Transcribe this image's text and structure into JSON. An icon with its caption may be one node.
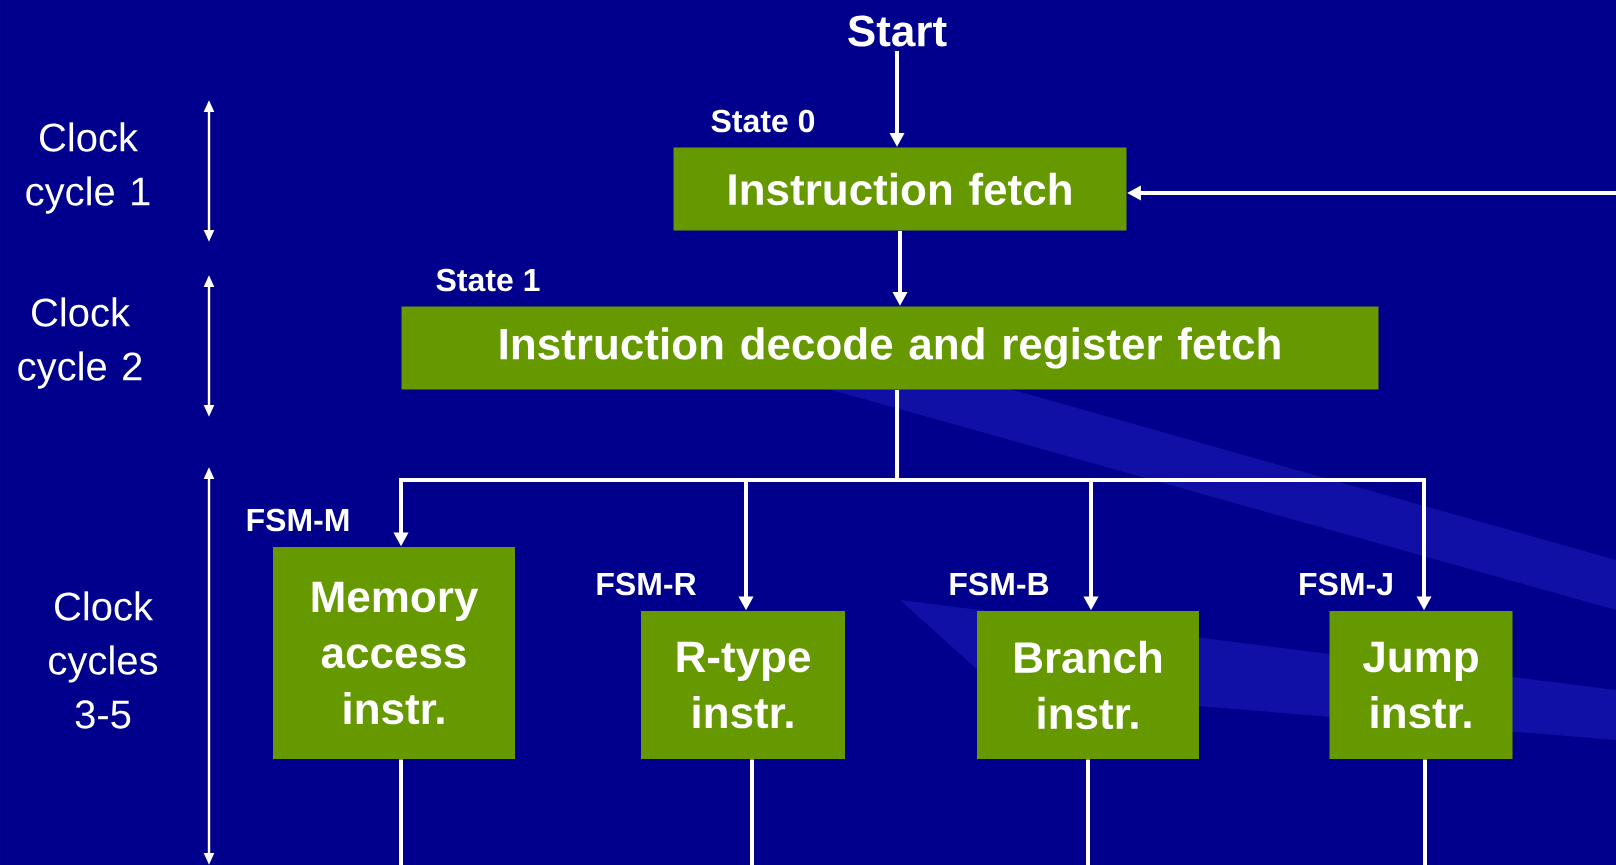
{
  "diagram": {
    "nodes": [
      {
        "text": [
          "Start"
        ]
      },
      {
        "text": [
          "State 0",
          "Instruction fetch"
        ]
      },
      {
        "text": [
          "State 1",
          "Instruction decode and register fetch"
        ]
      },
      {
        "text": [
          "FSM-M",
          "Memory access instr."
        ]
      },
      {
        "text": [
          "FSM-R",
          "R-type instr."
        ]
      },
      {
        "text": [
          "FSM-B",
          "Branch instr."
        ]
      },
      {
        "text": [
          "FSM-J",
          "Jump instr."
        ]
      }
    ],
    "edges": [
      {
        "from": 0,
        "to": 1,
        "arrow": "to"
      },
      {
        "from": 1,
        "to": 2,
        "arrow": "to"
      },
      {
        "from": 2,
        "to": 3,
        "arrow": "to"
      },
      {
        "from": 2,
        "to": 4,
        "arrow": "to"
      },
      {
        "from": 2,
        "to": 5,
        "arrow": "to"
      },
      {
        "from": 2,
        "to": 6,
        "arrow": "to"
      },
      {
        "from": null,
        "to": 1,
        "arrow": "to"
      },
      {
        "from": 3,
        "to": null,
        "arrow": "none"
      },
      {
        "from": 4,
        "to": null,
        "arrow": "none"
      },
      {
        "from": 5,
        "to": null,
        "arrow": "none"
      },
      {
        "from": 6,
        "to": null,
        "arrow": "none"
      }
    ],
    "labels": [
      "Clock cycle 1",
      "Clock cycle 2",
      "Clock cycles 3-5"
    ]
  }
}
